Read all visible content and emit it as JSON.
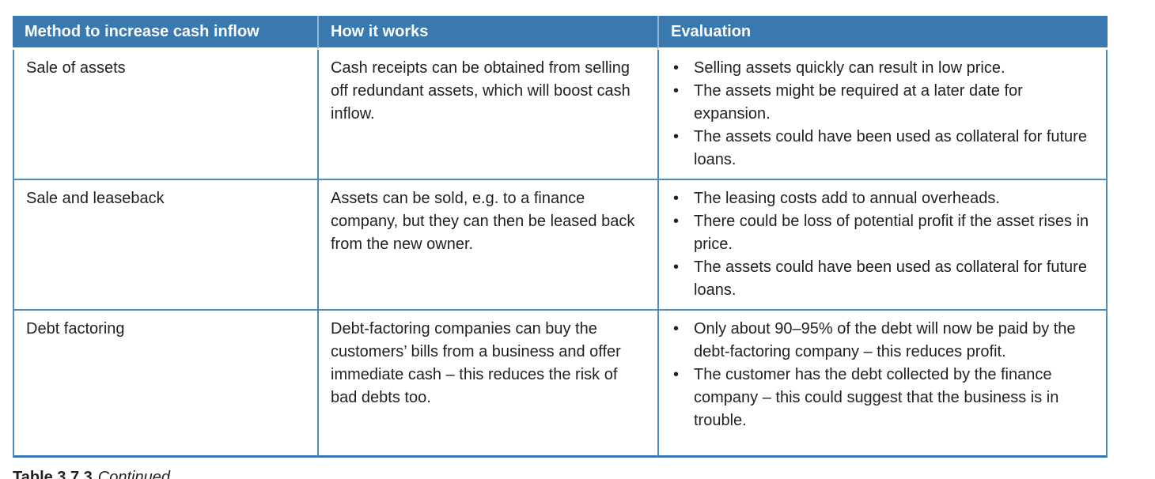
{
  "colors": {
    "header_bg": "#3a79af",
    "header_text": "#ffffff",
    "cell_border": "#4f8ab8",
    "header_divider": "#8fb8d8",
    "body_text": "#231f20"
  },
  "table": {
    "columns": [
      "Method to increase cash inflow",
      "How it works",
      "Evaluation"
    ],
    "rows": [
      {
        "method": "Sale of assets",
        "how": "Cash receipts can be obtained from selling off redundant assets, which will boost cash inflow.",
        "evaluation": [
          "Selling assets quickly can result in low price.",
          "The assets might be required at a later date for expansion.",
          "The assets could have been used as collateral for future loans."
        ]
      },
      {
        "method": "Sale and leaseback",
        "how": "Assets can be sold, e.g. to a finance company, but they can then be leased back from the new owner.",
        "evaluation": [
          "The leasing costs add to annual overheads.",
          "There could be loss of potential profit if the asset rises in price.",
          "The assets could have been used as collateral for future loans."
        ]
      },
      {
        "method": "Debt factoring",
        "how": "Debt-factoring companies can buy the customers’ bills from a business and offer immediate cash – this reduces the risk of bad debts too.",
        "evaluation": [
          "Only about 90–95% of the debt will now be paid by the debt-factoring company – this reduces profit.",
          "The customer has the debt collected by the finance company – this could suggest that the business is in trouble."
        ]
      }
    ]
  },
  "caption": {
    "label": "Table 3.7.3",
    "note": "Continued"
  }
}
